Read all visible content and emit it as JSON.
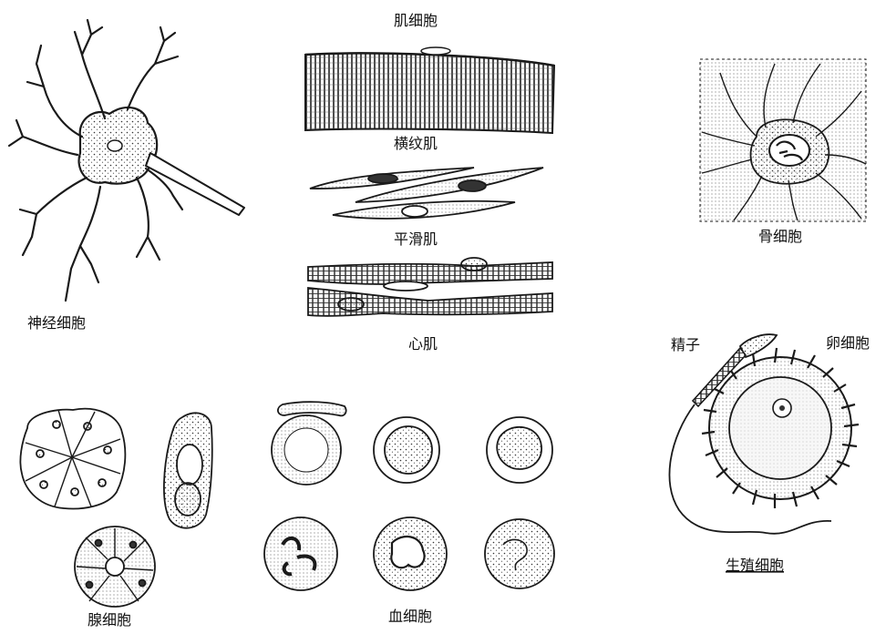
{
  "labels": {
    "muscle_cell": "肌细胞",
    "striated_muscle": "横纹肌",
    "smooth_muscle": "平滑肌",
    "cardiac_muscle": "心肌",
    "nerve_cell": "神经细胞",
    "bone_cell": "骨细胞",
    "sperm": "精子",
    "egg_cell": "卵细胞",
    "reproductive_cell": "生殖细胞",
    "gland_cell": "腺细胞",
    "blood_cell": "血细胞"
  },
  "colors": {
    "ink": "#1a1a1a",
    "background": "#ffffff",
    "fill": "#f4f4f4"
  }
}
